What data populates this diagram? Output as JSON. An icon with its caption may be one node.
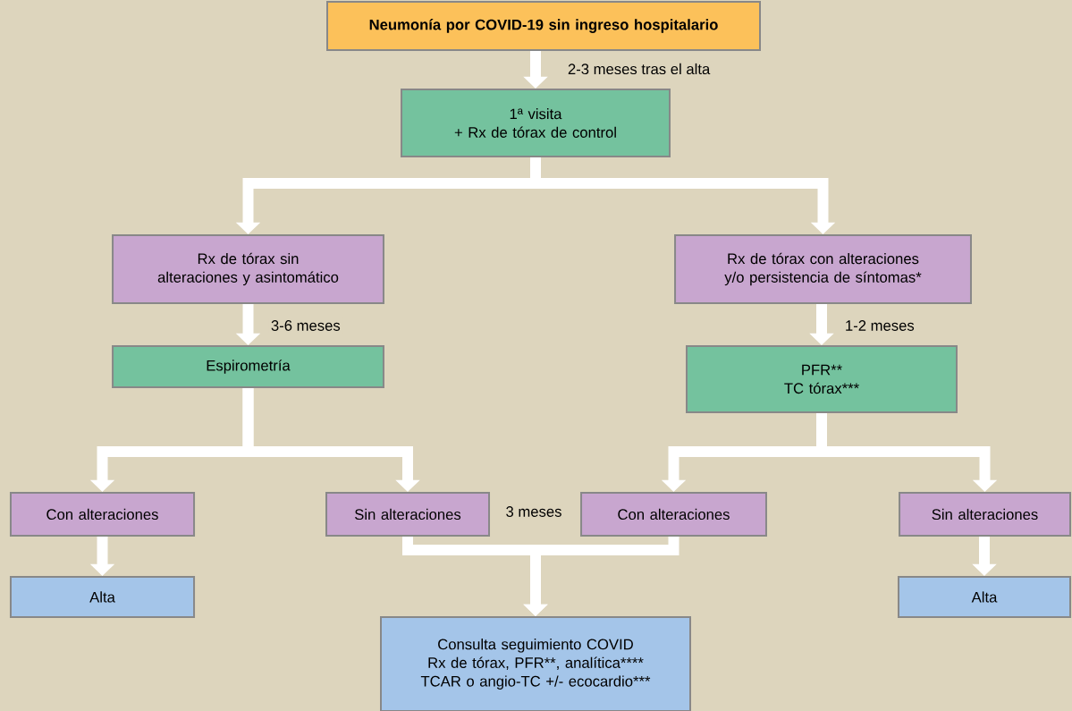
{
  "diagram": {
    "nodes": [
      {
        "text": [
          "Neumonía por COVID-19 sin ingreso hospitalario"
        ]
      },
      {
        "text": [
          "1ª visita",
          "+ Rx de tórax de control"
        ]
      },
      {
        "text": [
          "Rx de tórax sin alteraciones y asintomático"
        ]
      },
      {
        "text": [
          "Rx de tórax con alteraciones y/o persistencia de síntomas*"
        ]
      },
      {
        "text": [
          "Espirometría"
        ]
      },
      {
        "text": [
          "PFR**",
          "TC tórax***"
        ]
      },
      {
        "text": [
          "Con alteraciones"
        ]
      },
      {
        "text": [
          "Sin alteraciones"
        ]
      },
      {
        "text": [
          "Con alteraciones"
        ]
      },
      {
        "text": [
          "Sin alteraciones"
        ]
      },
      {
        "text": [
          "Alta"
        ]
      },
      {
        "text": [
          "Consulta seguimiento COVID",
          "Rx de tórax, PFR**,",
          "analítica****",
          "TCAR o angio-TC +/- ecocardio***"
        ]
      },
      {
        "text": [
          "Alta"
        ]
      }
    ],
    "edges": [
      {
        "from": 0,
        "to": 1,
        "arrow": "to",
        "label": "2-3 meses tras el alta"
      },
      {
        "from": 1,
        "to": 2,
        "arrow": "to"
      },
      {
        "from": 1,
        "to": 3,
        "arrow": "to"
      },
      {
        "from": 2,
        "to": 4,
        "arrow": "to",
        "label": "3-6 meses"
      },
      {
        "from": 3,
        "to": 5,
        "arrow": "to",
        "label": "1-2 meses"
      },
      {
        "from": 4,
        "to": 6,
        "arrow": "to"
      },
      {
        "from": 4,
        "to": 7,
        "arrow": "to"
      },
      {
        "from": 5,
        "to": 8,
        "arrow": "to"
      },
      {
        "from": 5,
        "to": 9,
        "arrow": "to"
      },
      {
        "from": 6,
        "to": 10,
        "arrow": "to"
      },
      {
        "from": 7,
        "to": 11,
        "arrow": "to"
      },
      {
        "from": 8,
        "to": 11,
        "arrow": "to"
      },
      {
        "from": 9,
        "to": 12,
        "arrow": "to"
      }
    ],
    "labels": [
      "3 meses"
    ]
  }
}
